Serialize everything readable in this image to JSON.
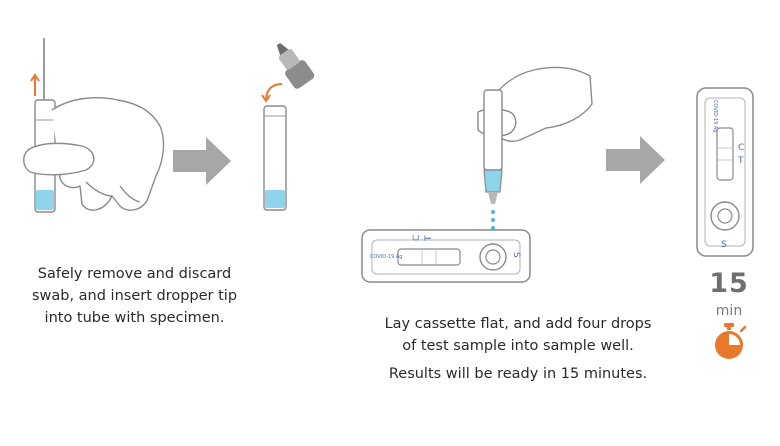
{
  "captions": {
    "step1": [
      "Safely remove and discard",
      "swab, and insert dropper tip",
      "into tube with specimen."
    ],
    "step2": [
      "Lay cassette flat, and add four drops",
      "of test sample into sample well."
    ],
    "step2_note": "Results will be ready in 15 minutes."
  },
  "timer": {
    "value": "15",
    "unit": "min"
  },
  "cassette": {
    "c_label": "C",
    "t_label": "T",
    "s_label": "S",
    "brand_label": "COVID-19 Ag"
  },
  "colors": {
    "accent_orange": "#e8792b",
    "liquid_blue": "#8fd3ec",
    "arrow_gray": "#a7a7a7",
    "line_gray": "#8a8a8a"
  }
}
